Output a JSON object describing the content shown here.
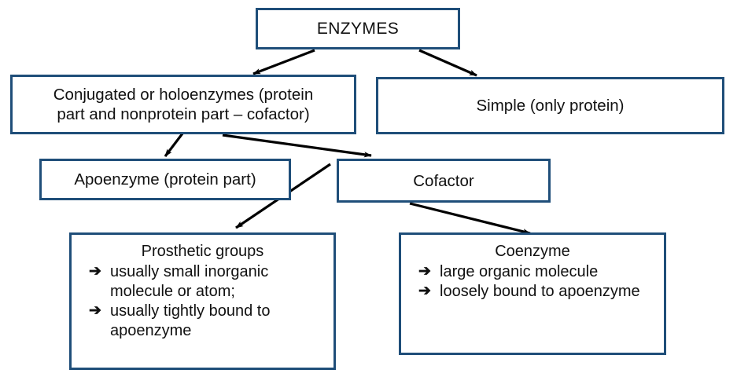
{
  "diagram": {
    "title": "Enzymes classification",
    "colors": {
      "box_border": "#1F4E79",
      "box_fill": "#FFFFFF",
      "text": "#111111",
      "arrow": "#000000"
    },
    "nodes": {
      "enzymes": {
        "label": "ENZYMES"
      },
      "conjugated": {
        "line1": "Conjugated or holoenzymes (protein",
        "line2": "part and nonprotein part – cofactor)"
      },
      "simple": {
        "label": "Simple (only protein)"
      },
      "apoenzyme": {
        "label": "Apoenzyme (protein part)"
      },
      "cofactor": {
        "label": "Cofactor"
      },
      "prosthetic": {
        "heading": "Prosthetic groups",
        "bullet_glyph": "➔",
        "bullets": [
          "usually small inorganic molecule or atom;",
          "usually tightly bound to apoenzyme"
        ]
      },
      "coenzyme": {
        "heading": "Coenzyme",
        "bullet_glyph": "➔",
        "bullets": [
          "large organic molecule",
          "loosely bound to apoenzyme"
        ]
      }
    },
    "edges": [
      {
        "name": "enzymes-to-conjugated",
        "from": "enzymes",
        "to": "conjugated"
      },
      {
        "name": "enzymes-to-simple",
        "from": "enzymes",
        "to": "simple"
      },
      {
        "name": "conjugated-to-apoenzyme",
        "from": "conjugated",
        "to": "apoenzyme"
      },
      {
        "name": "conjugated-to-cofactor",
        "from": "conjugated",
        "to": "cofactor"
      },
      {
        "name": "cofactor-to-prosthetic",
        "from": "cofactor",
        "to": "prosthetic"
      },
      {
        "name": "cofactor-to-coenzyme",
        "from": "cofactor",
        "to": "coenzyme"
      }
    ]
  }
}
